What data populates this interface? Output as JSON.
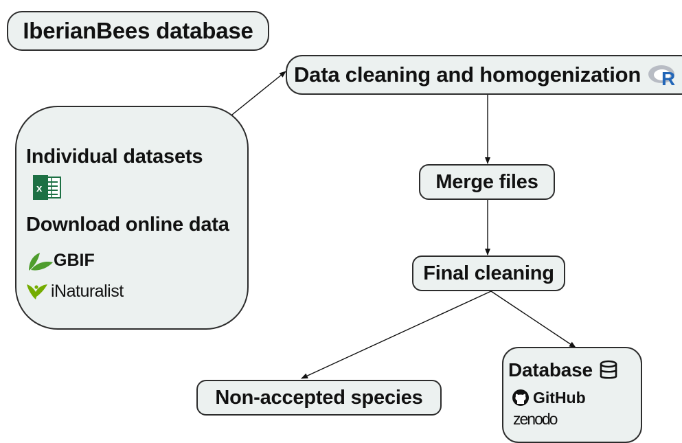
{
  "title": "IberianBees database",
  "nodes": {
    "cleaning": "Data cleaning and homogenization",
    "sources": {
      "individual_label": "Individual datasets",
      "download_label": "Download online data",
      "gbif_label": "GBIF",
      "inat_label": "iNaturalist"
    },
    "merge": "Merge files",
    "final_cleaning": "Final cleaning",
    "non_accepted": "Non-accepted species",
    "database": {
      "label": "Database",
      "github_label": "GitHub",
      "zenodo_label": "zenodo"
    }
  },
  "icons": {
    "excel": "excel-icon",
    "r": "r-logo-icon",
    "gbif": "gbif-logo-icon",
    "inat": "inaturalist-bird-icon",
    "database": "database-icon",
    "github": "github-icon"
  },
  "edges": [
    {
      "from": "sources",
      "to": "cleaning"
    },
    {
      "from": "cleaning",
      "to": "merge"
    },
    {
      "from": "merge",
      "to": "final_cleaning"
    },
    {
      "from": "final_cleaning",
      "to": "non_accepted"
    },
    {
      "from": "final_cleaning",
      "to": "database"
    }
  ],
  "colors": {
    "box_fill": "#ecf1f0",
    "box_border": "#2c2c2c",
    "excel_green": "#1d7044",
    "gbif_green": "#4e9d2d",
    "inat_green": "#74ac00",
    "r_blue": "#2266b8"
  }
}
